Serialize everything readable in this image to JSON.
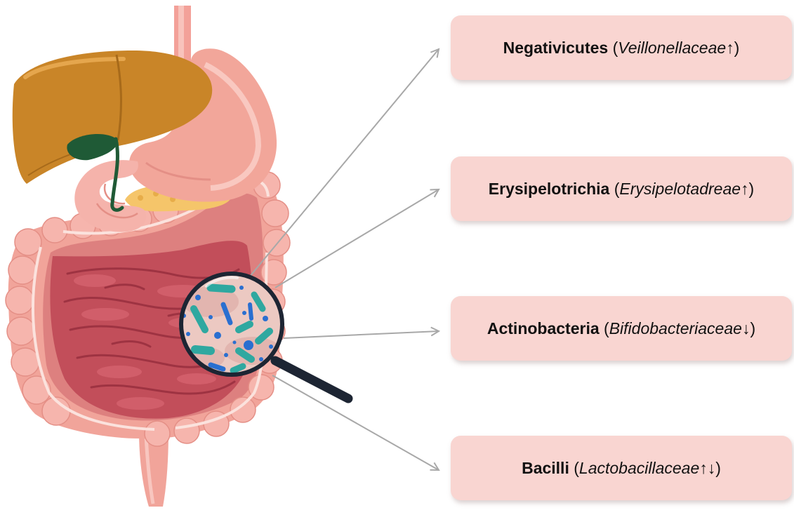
{
  "colors": {
    "box_fill": "#f9d5d1",
    "arrow": "#a8a8a8",
    "liver": "#c98528",
    "stomach": "#f2a69a",
    "small_intestine": "#c24e5a",
    "large_intestine": "#f1a49a",
    "bacteria_teal": "#2fa8a0",
    "bacteria_blue": "#2a6fd0",
    "magnifier_frame": "#1d2533"
  },
  "taxa": [
    {
      "class_name": "Negativicutes",
      "family": "Veillonellaceae",
      "change": "↑"
    },
    {
      "class_name": "Erysipelotrichia",
      "family": "Erysipelotadreae",
      "change": "↑"
    },
    {
      "class_name": "Actinobacteria",
      "family": "Bifidobacteriaceae",
      "change": "↓"
    },
    {
      "class_name": "Bacilli",
      "family": "Lactobacillaceae ",
      "change": "↑↓"
    }
  ]
}
